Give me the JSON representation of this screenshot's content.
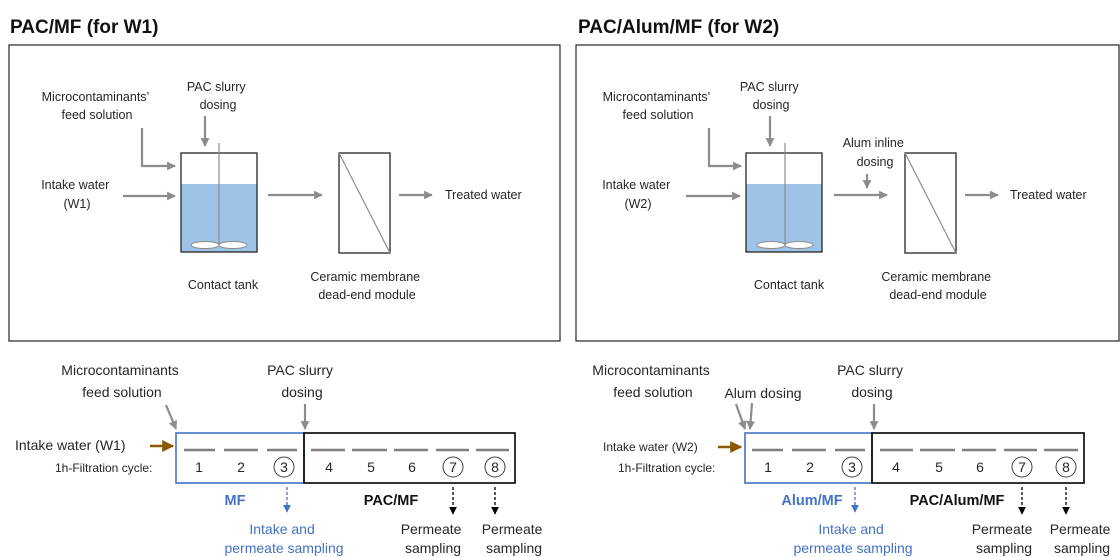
{
  "colors": {
    "water": "#9dc3e6",
    "arrow_gray": "#8c8c8c",
    "blue": "#4472c4",
    "brown": "#8b5a00",
    "black": "#000000"
  },
  "left": {
    "title": "PAC/MF (for W1)",
    "micro_feed": [
      "Microcontaminants’",
      "feed  solution"
    ],
    "pac_dosing": [
      "PAC slurry",
      "dosing"
    ],
    "intake": [
      "Intake water",
      "(W1)"
    ],
    "treated": "Treated water",
    "contact_tank": "Contact tank",
    "membrane": [
      "Ceramic membrane",
      "dead-end module"
    ],
    "tl_micro": [
      "Microcontaminants",
      "feed  solution"
    ],
    "tl_pac": [
      "PAC slurry",
      "dosing"
    ],
    "tl_intake": "Intake water (W1)",
    "tl_cycle_label": "1h-Filtration cycle:",
    "cycles": [
      "1",
      "2",
      "3",
      "4",
      "5",
      "6",
      "7",
      "8"
    ],
    "phase1": "MF",
    "phase2": "PAC/MF",
    "sampling1": [
      "Intake and",
      "permeate sampling"
    ],
    "sampling2": [
      "Permeate",
      "sampling"
    ],
    "sampling3": [
      "Permeate",
      "sampling"
    ]
  },
  "right": {
    "title": "PAC/Alum/MF (for W2)",
    "micro_feed": [
      "Microcontaminants’",
      "feed  solution"
    ],
    "pac_dosing": [
      "PAC slurry",
      "dosing"
    ],
    "alum_dosing": [
      "Alum inline",
      "dosing"
    ],
    "intake": [
      "Intake water",
      "(W2)"
    ],
    "treated": "Treated water",
    "contact_tank": "Contact tank",
    "membrane": [
      "Ceramic membrane",
      "dead-end module"
    ],
    "tl_micro": [
      "Microcontaminants",
      "feed  solution"
    ],
    "tl_alum": "Alum dosing",
    "tl_pac": [
      "PAC slurry",
      "dosing"
    ],
    "tl_intake": "Intake water (W2)",
    "tl_cycle_label": "1h-Filtration cycle:",
    "cycles": [
      "1",
      "2",
      "3",
      "4",
      "5",
      "6",
      "7",
      "8"
    ],
    "phase1": "Alum/MF",
    "phase2": "PAC/Alum/MF",
    "sampling1": [
      "Intake and",
      "permeate sampling"
    ],
    "sampling2": [
      "Permeate",
      "sampling"
    ],
    "sampling3": [
      "Permeate",
      "sampling"
    ]
  }
}
